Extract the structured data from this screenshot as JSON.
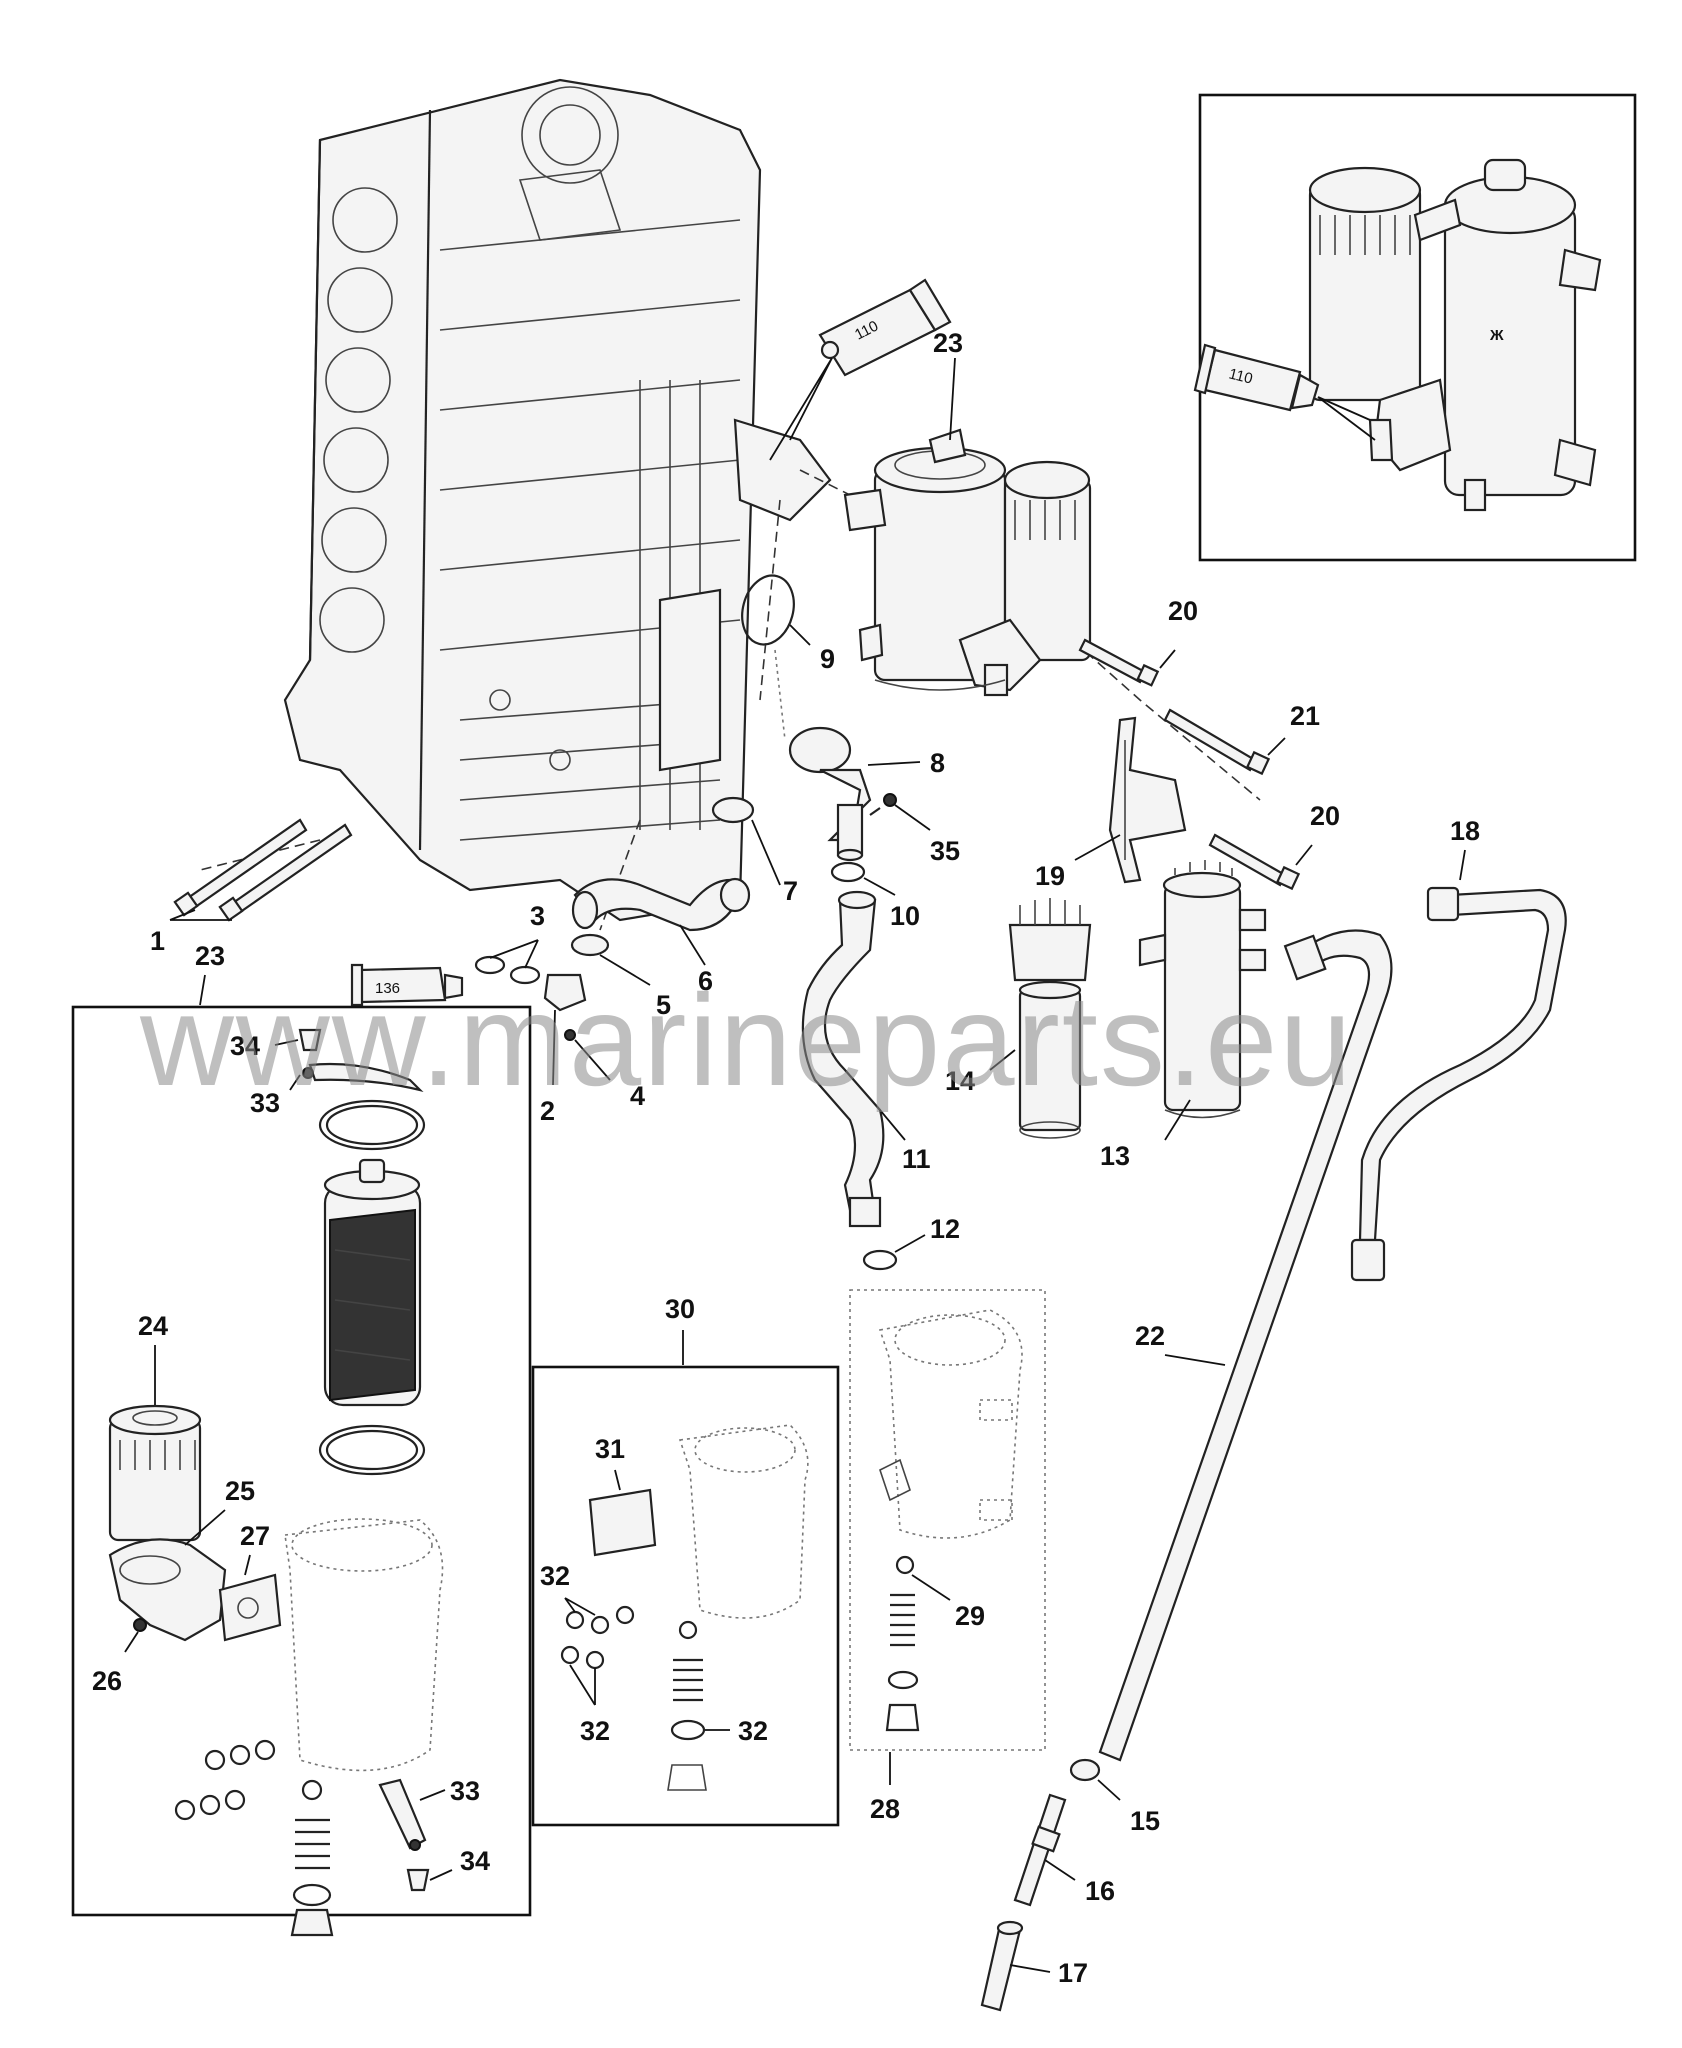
{
  "watermark": "www.marineparts.eu",
  "tube_labels": {
    "sealant_main": "110",
    "sealant_inset": "110",
    "lubricant": "136"
  },
  "callouts": {
    "c1": "1",
    "c2": "2",
    "c3": "3",
    "c4": "4",
    "c5": "5",
    "c6": "6",
    "c7": "7",
    "c8": "8",
    "c9": "9",
    "c10": "10",
    "c11": "11",
    "c12": "12",
    "c13": "13",
    "c14": "14",
    "c15": "15",
    "c16": "16",
    "c17": "17",
    "c18": "18",
    "c19": "19",
    "c20a": "20",
    "c20b": "20",
    "c21": "21",
    "c22": "22",
    "c23a": "23",
    "c23b": "23",
    "c24": "24",
    "c25": "25",
    "c26": "26",
    "c27": "27",
    "c28": "28",
    "c29": "29",
    "c30": "30",
    "c31": "31",
    "c32a": "32",
    "c32b": "32",
    "c32c": "32",
    "c33a": "33",
    "c33b": "33",
    "c34a": "34",
    "c34b": "34",
    "c35": "35"
  }
}
